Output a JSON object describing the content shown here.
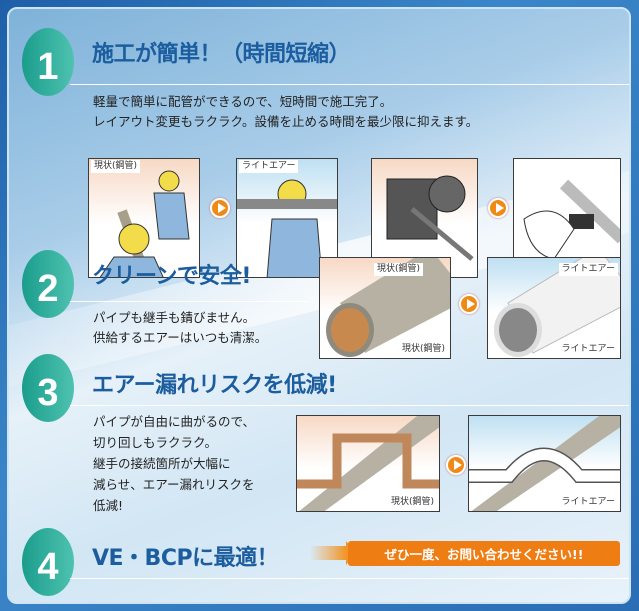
{
  "sections": [
    {
      "number": "1",
      "title": "施工が簡単！（時間短縮）",
      "lines": [
        "軽量で簡単に配管ができるので、短時間で施工完了。",
        "レイアウト変更もラクラク。設備を止める時間を最少限に抑えます。"
      ]
    },
    {
      "number": "2",
      "title": "クリーンで安全!",
      "lines": [
        "パイプも継手も錆びません。",
        "供給するエアーはいつも清潔。"
      ]
    },
    {
      "number": "3",
      "title": "エアー漏れリスクを低減!",
      "lines": [
        "パイプが自由に曲がるので、",
        "切り回しもラクラク。",
        "継手の接続箇所が大幅に",
        "減らせ、エアー漏れリスクを",
        "低減!"
      ]
    },
    {
      "number": "4",
      "title": "VE・BCPに最適！"
    }
  ],
  "captions": {
    "current": "現状(鋼管)",
    "lightair": "ライトエアー"
  },
  "cta_label": "ぜひ一度、お問い合わせください!!",
  "colors": {
    "accent": "#ee7d14",
    "title": "#1b5d9e",
    "badge": "#1a9d8c"
  }
}
